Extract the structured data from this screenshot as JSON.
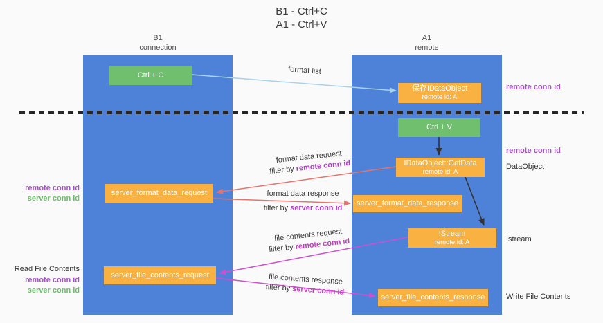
{
  "title": {
    "line1": "B1 - Ctrl+C",
    "line2": "A1 - Ctrl+V"
  },
  "lanes": {
    "left": {
      "name": "B1",
      "role": "connection"
    },
    "right": {
      "name": "A1",
      "role": "remote"
    }
  },
  "nodes": {
    "ctrl_c": {
      "label": "Ctrl + C"
    },
    "save_dataobject": {
      "line1": "保存IDataObject",
      "line2": "remote id: A"
    },
    "ctrl_v": {
      "label": "Ctrl + V"
    },
    "getdata": {
      "line1": "IDataObject::GetData",
      "line2": "remote id: A"
    },
    "format_request": {
      "label": "server_format_data_request"
    },
    "format_response": {
      "label": "server_format_data_response"
    },
    "istream": {
      "line1": "IStream",
      "line2": "remote id: A"
    },
    "file_request": {
      "label": "server_file_contents_request"
    },
    "file_response": {
      "label": "server_file_contents_response"
    }
  },
  "arrows": {
    "format_list": {
      "label": "format list"
    },
    "format_request": {
      "line1": "format data request",
      "filter_prefix": "filter by ",
      "filter_key": "remote conn id"
    },
    "format_response": {
      "line1": "format data response",
      "filter_prefix": "filter by ",
      "filter_key": "server conn id"
    },
    "file_request": {
      "line1": "file contents request",
      "filter_prefix": "filter by ",
      "filter_key": "remote conn id"
    },
    "file_response": {
      "line1": "file contents response",
      "filter_prefix": "filter by ",
      "filter_key": "server conn id"
    }
  },
  "annotations": {
    "right_top_remote_conn_id": "remote conn id",
    "right_mid_remote_conn_id": "remote conn id",
    "dataobject": "DataObject",
    "istream": "Istream",
    "write_file_contents": "Write File Contents",
    "left_format_remote_conn_id": "remote conn id",
    "left_format_server_conn_id": "server conn id",
    "read_file_contents": "Read File Contents",
    "left_file_remote_conn_id": "remote conn id",
    "left_file_server_conn_id": "server conn id"
  },
  "colors": {
    "panel_blue": "#4d82d8",
    "box_green": "#6fbf6e",
    "box_orange": "#f9b142",
    "label_purple": "#a751cb",
    "label_green": "#6abf69",
    "filter_purple": "#b03fc8",
    "filter_magenta": "#c73bc7",
    "arrow_salmon": "#e8736d",
    "arrow_magenta": "#cf4fcf",
    "arrow_lightblue": "#a8d2ef",
    "arrow_black": "#333333"
  }
}
